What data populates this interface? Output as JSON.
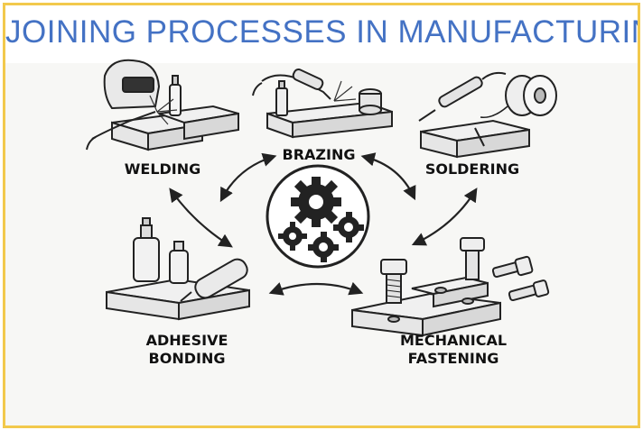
{
  "title": "JOINING PROCESSES IN MANUFACTURING",
  "processes": {
    "welding": "WELDING",
    "brazing": "BRAZING",
    "soldering": "SOLDERING",
    "adhesive_line1": "ADHESIVE",
    "adhesive_line2": "BONDING",
    "mechanical_line1": "MECHANICAL",
    "mechanical_line2": "FASTENING"
  },
  "colors": {
    "title": "#4472c4",
    "border": "#f2c94c",
    "ink": "#111111"
  },
  "center_icon": "gears-icon"
}
